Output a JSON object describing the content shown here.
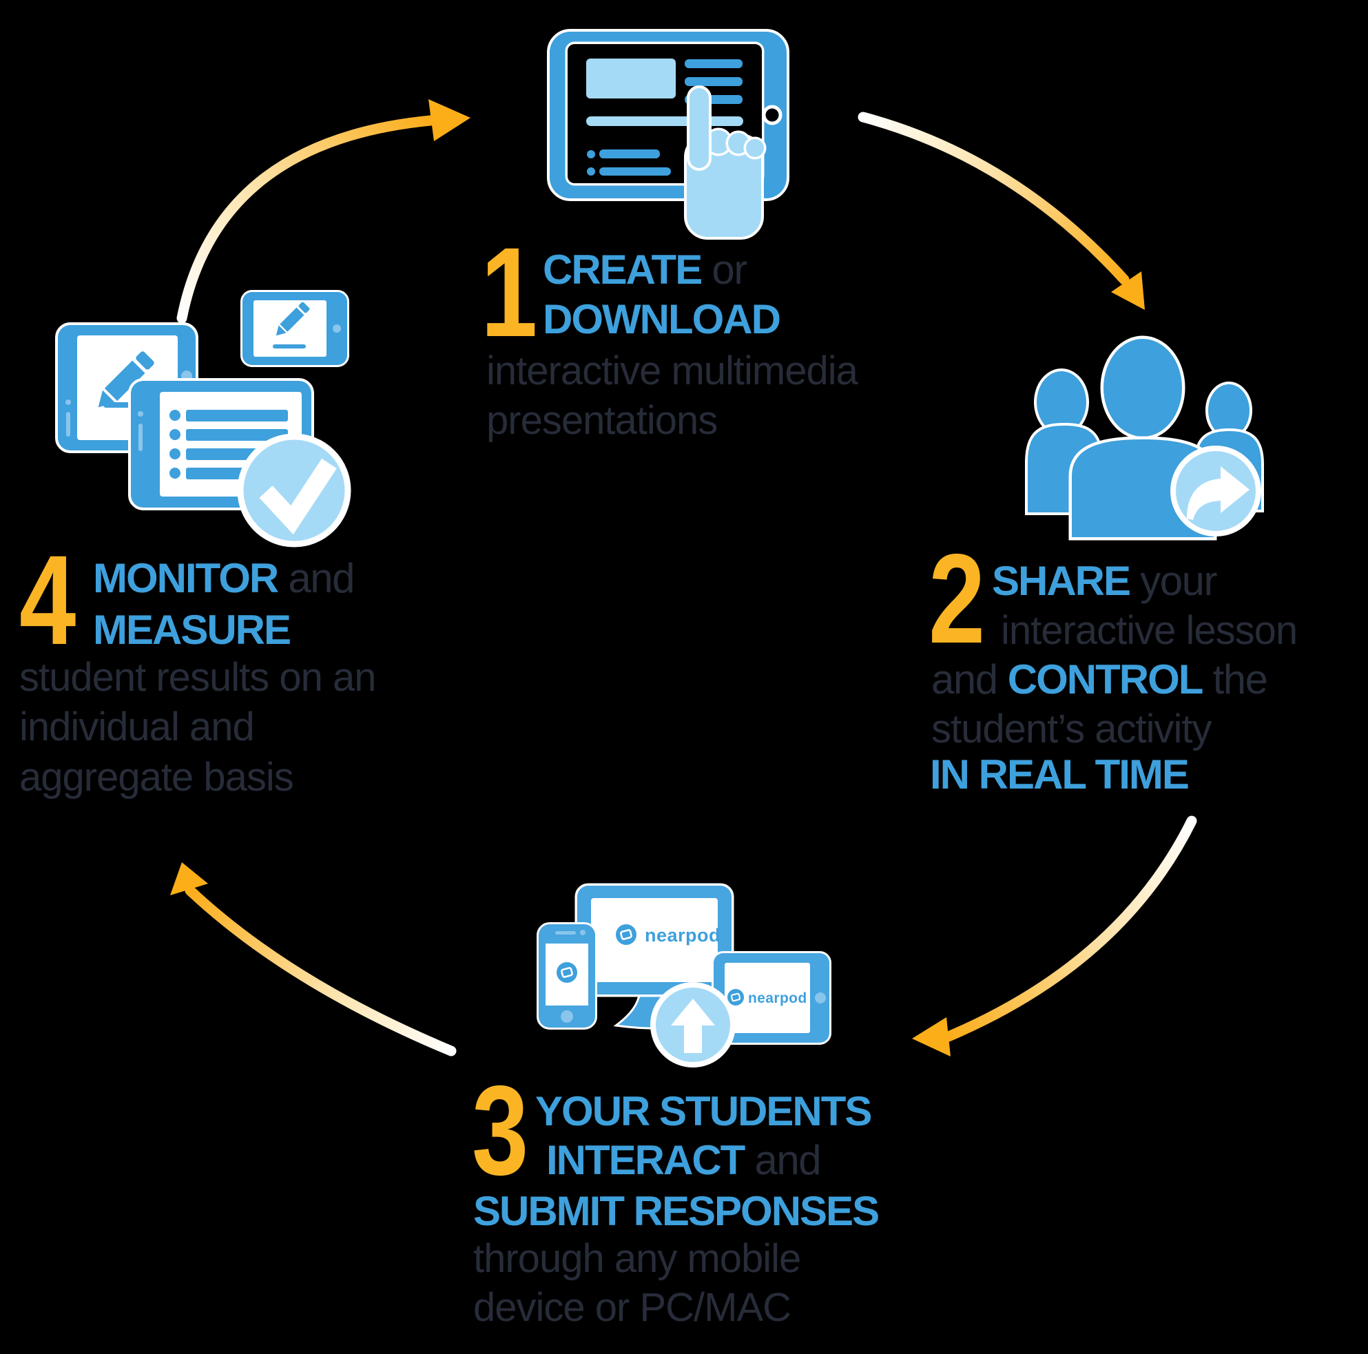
{
  "steps": {
    "step1": {
      "number": "1",
      "l1a": "CREATE",
      "l1b": " or",
      "l2": "DOWNLOAD",
      "l3": "interactive multimedia",
      "l4": "presentations"
    },
    "step2": {
      "number": "2",
      "l1a": "SHARE",
      "l1b": " your",
      "l2": "interactive lesson",
      "l3a": "and ",
      "l3b": "CONTROL",
      "l3c": " the",
      "l4": "student’s activity",
      "l5": "IN REAL TIME"
    },
    "step3": {
      "number": "3",
      "l1": "YOUR STUDENTS",
      "l2a": "INTERACT",
      "l2b": " and",
      "l3": "SUBMIT RESPONSES",
      "l4": "through any mobile",
      "l5": "device or PC/MAC"
    },
    "step4": {
      "number": "4",
      "l1a": "MONITOR",
      "l1b": " and",
      "l2": "MEASURE",
      "l3": "student results on an",
      "l4": "individual and",
      "l5": "aggregate basis"
    },
    "logo": {
      "brand": "nearpod"
    },
    "colors": {
      "blue": "#3EA0DC",
      "device_blue": "#47A5DF",
      "light_blue": "#A5DAF6",
      "pale_blue": "#8AC5EC",
      "yellow": "#FBB524",
      "arrow_yellow": "#FBAE17",
      "dark_text": "#272C39",
      "outline": "#FFFFFF"
    }
  }
}
